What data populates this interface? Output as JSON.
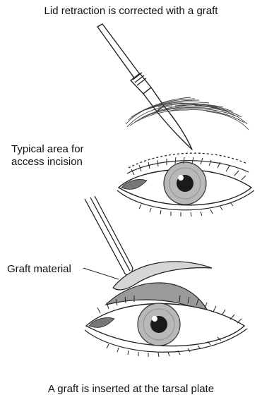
{
  "title": "Lid retraction is corrected with a graft",
  "labels": {
    "access_line1": "Typical area for",
    "access_line2": "access incision",
    "graft_material": "Graft material"
  },
  "caption": "A graft is inserted at the tarsal plate",
  "colors": {
    "line": "#222222",
    "iris": "#b8b8b8",
    "pupil": "#1a1a1a",
    "graft": "#d6d6d6",
    "tarsal": "#9a9a9a"
  }
}
